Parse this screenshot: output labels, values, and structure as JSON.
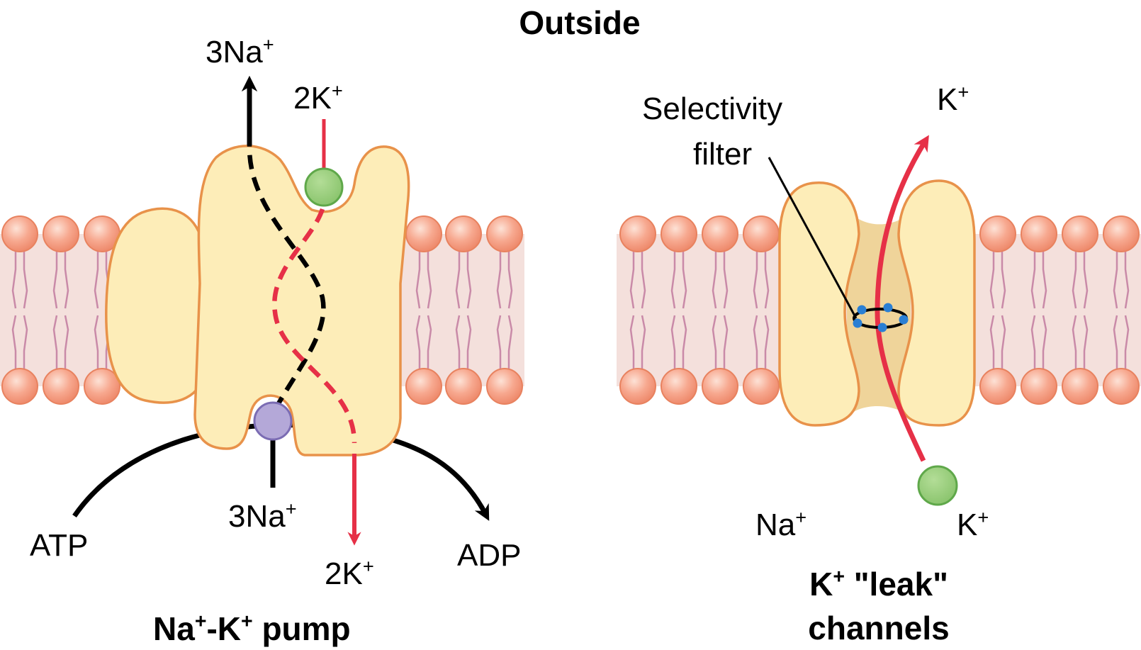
{
  "header": {
    "outside_label": "Outside"
  },
  "pump": {
    "top_na_label": "3Na",
    "top_na_charge": "+",
    "top_k_label": "2K",
    "top_k_charge": "+",
    "bottom_na_label": "3Na",
    "bottom_na_charge": "+",
    "bottom_k_label": "2K",
    "bottom_k_charge": "+",
    "atp_label": "ATP",
    "adp_label": "ADP",
    "caption_na": "Na",
    "caption_sep": "-K",
    "caption_rest": " pump",
    "caption_charge": "+"
  },
  "channel": {
    "selectivity_line1": "Selectivity",
    "selectivity_line2": "filter",
    "k_out_label": "K",
    "k_out_charge": "+",
    "na_in_label": "Na",
    "na_in_charge": "+",
    "k_in_label": "K",
    "k_in_charge": "+",
    "caption_line1_k": "K",
    "caption_line1_charge": "+",
    "caption_line1_rest": " \"leak\"",
    "caption_line2": "channels"
  },
  "colors": {
    "membrane_band": "#f4e0dc",
    "lipid_head": "#f5a58c",
    "lipid_head_stroke": "#e8825f",
    "lipid_tail": "#c98aa8",
    "protein_fill": "#fdedb8",
    "protein_stroke": "#e8924a",
    "pore_fill": "#efd49a",
    "sodium_path": "#000000",
    "potassium_path": "#e63047",
    "k_ion": "#96cd7a",
    "k_ion_stroke": "#5fa84a",
    "atp_site": "#b4a8d8",
    "atp_site_stroke": "#7b6cb3",
    "filter_dot": "#2a7fd4"
  }
}
